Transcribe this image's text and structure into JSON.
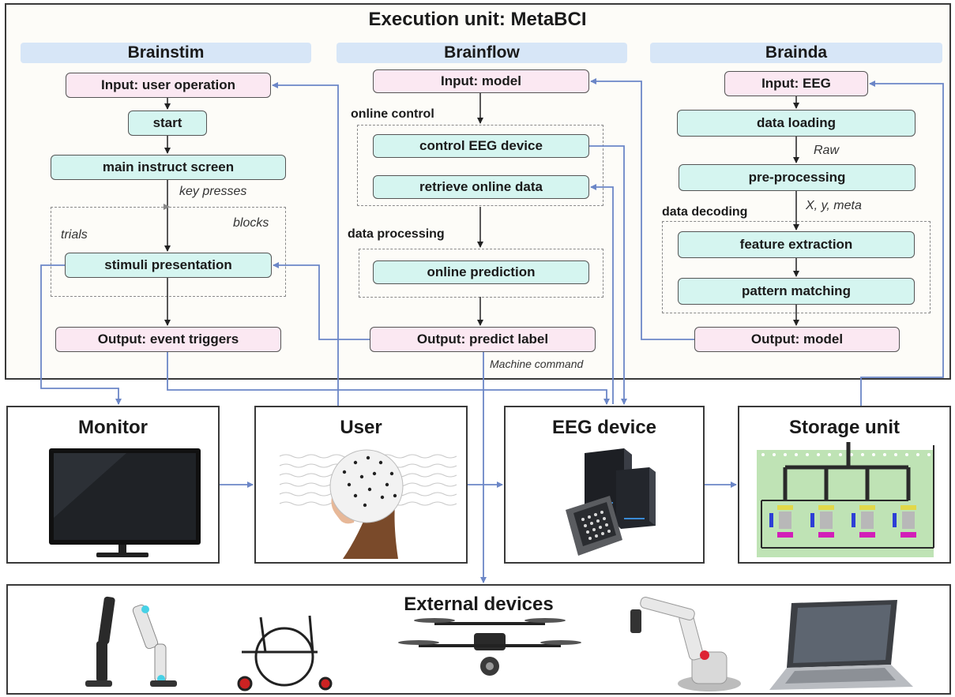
{
  "title": "Execution unit: MetaBCI",
  "modules": {
    "brainstim": {
      "header": "Brainstim",
      "input": "Input: user operation",
      "start": "start",
      "main_screen": "main instruct screen",
      "key_presses": "key presses",
      "trials": "trials",
      "blocks": "blocks",
      "stimuli": "stimuli presentation",
      "output": "Output: event triggers"
    },
    "brainflow": {
      "header": "Brainflow",
      "input": "Input: model",
      "online_control": "online control",
      "control_eeg": "control EEG device",
      "retrieve": "retrieve online data",
      "data_processing": "data processing",
      "online_prediction": "online prediction",
      "output": "Output: predict label",
      "machine_command": "Machine command"
    },
    "brainda": {
      "header": "Brainda",
      "input": "Input: EEG",
      "data_loading": "data loading",
      "raw": "Raw",
      "preprocessing": "pre-processing",
      "xymeta": "X, y, meta",
      "data_decoding": "data decoding",
      "feature_extraction": "feature extraction",
      "pattern_matching": "pattern matching",
      "output": "Output: model"
    }
  },
  "units": {
    "monitor": "Monitor",
    "user": "User",
    "eeg_device": "EEG device",
    "storage": "Storage unit",
    "external": "External devices"
  },
  "colors": {
    "arrow": "#6b86c7",
    "pink_box": "#fbe8f2",
    "teal_box": "#d5f5f0",
    "header_band": "#d7e6f7"
  }
}
